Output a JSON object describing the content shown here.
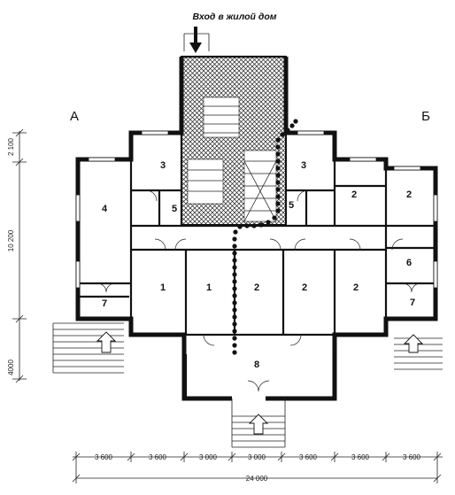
{
  "title": "Вход в жилой дом",
  "axes": {
    "left": "А",
    "right": "Б"
  },
  "room_labels": {
    "r3_left": "3",
    "r3_right": "3",
    "r5_left": "5",
    "r5_right": "5",
    "r4": "4",
    "r2_upper_right_a": "2",
    "r2_upper_right_b": "2",
    "r6_right": "6",
    "r1_a": "1",
    "r1_b": "1",
    "r2_a": "2",
    "r2_b": "2",
    "r2_c": "2",
    "r7_left": "7",
    "r7_right": "7",
    "r8": "8"
  },
  "dimensions": {
    "vertical": [
      "2 100",
      "10 200",
      "4000"
    ],
    "horizontal": [
      "3 600",
      "3 600",
      "3 000",
      "3 000",
      "3 600",
      "3 600",
      "3 600"
    ],
    "total": "24 000"
  }
}
